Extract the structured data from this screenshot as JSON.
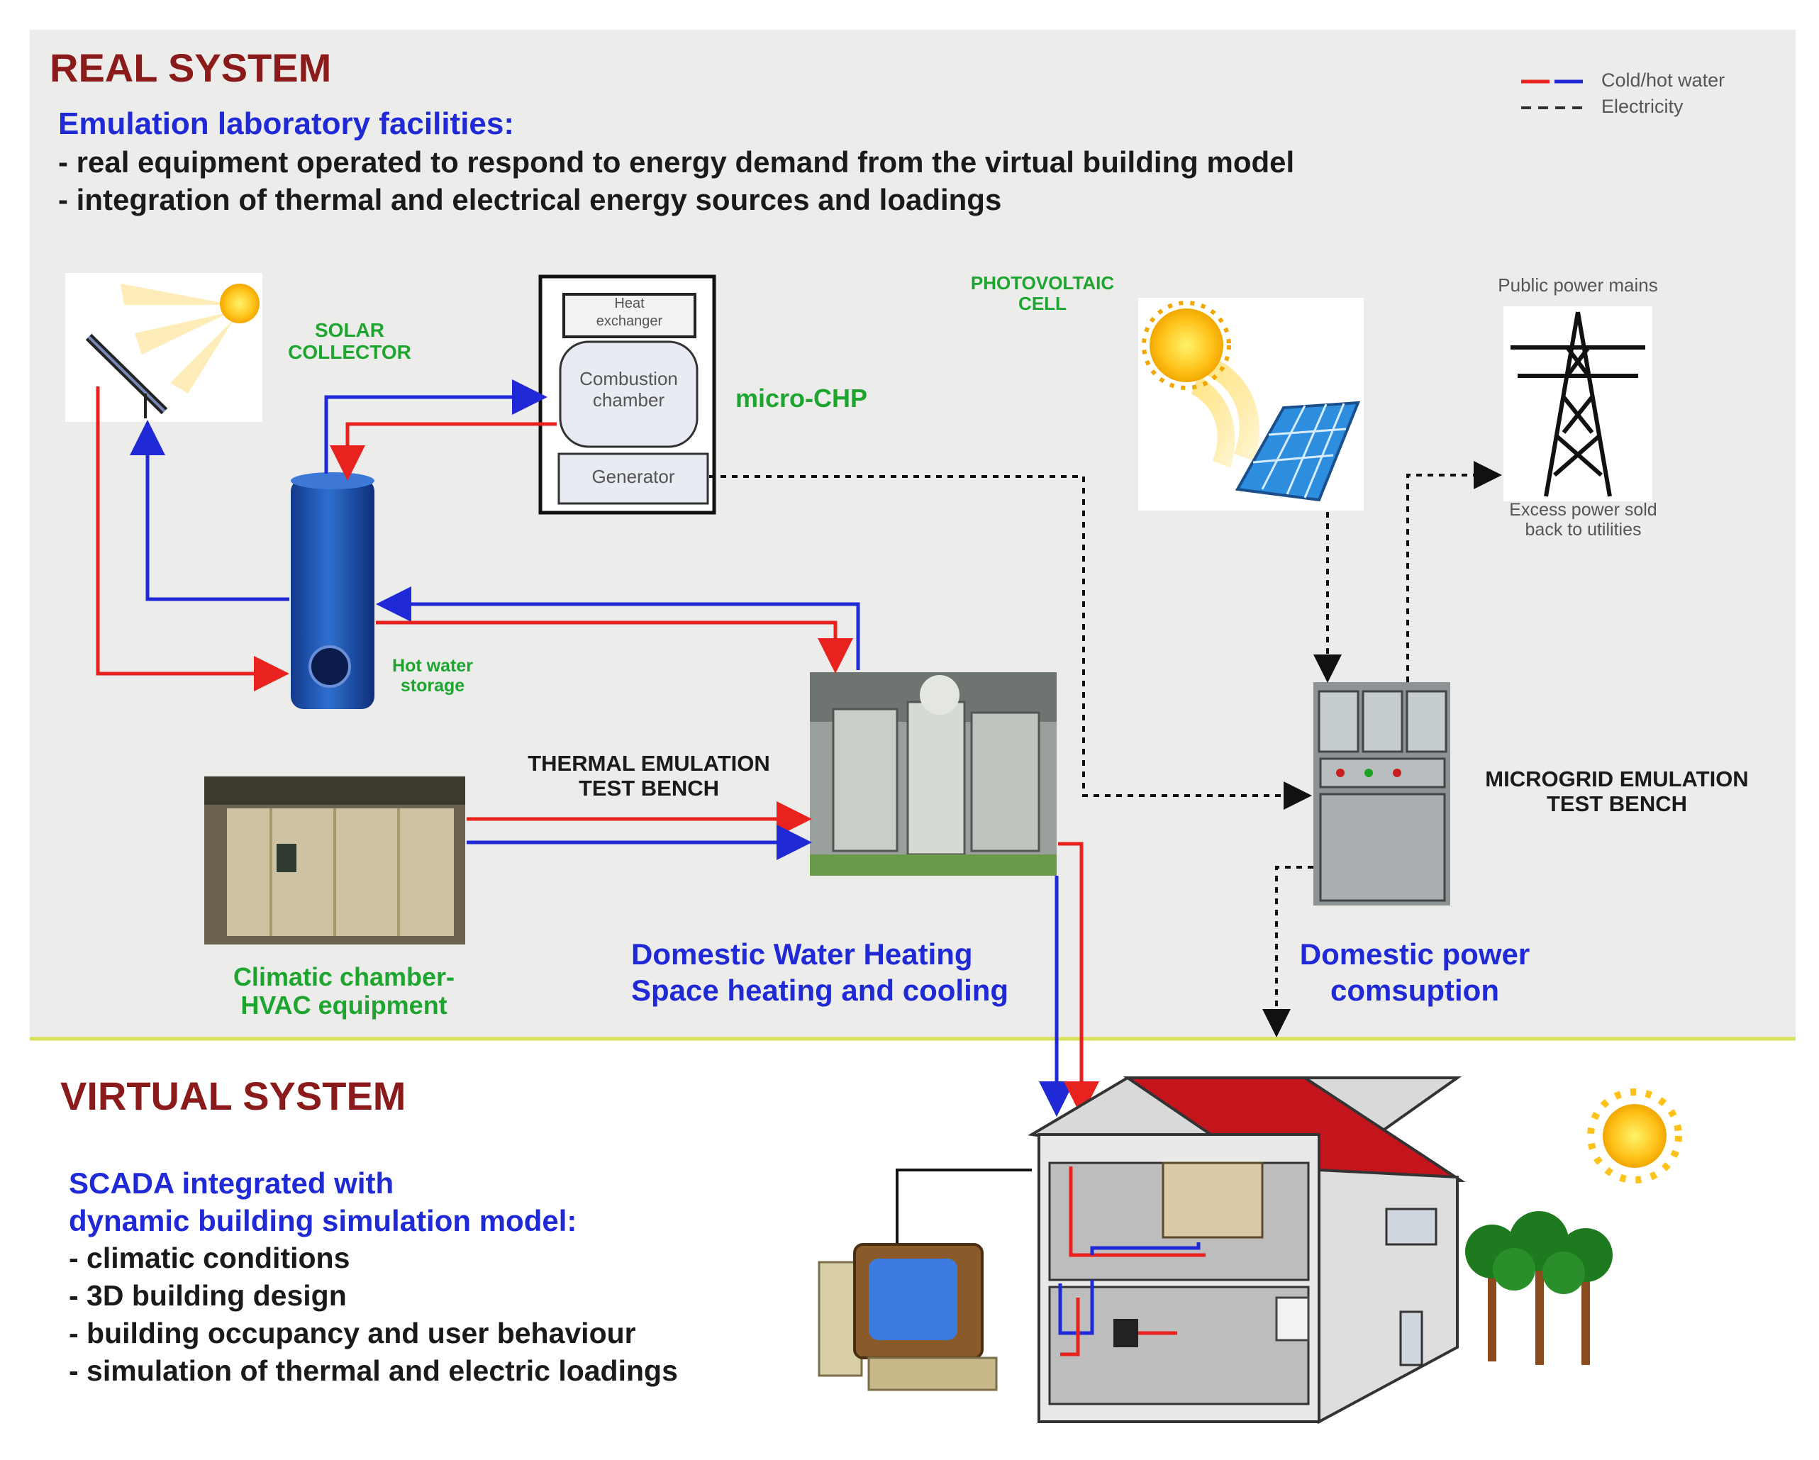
{
  "real_system": {
    "title": "REAL SYSTEM",
    "subtitle": "Emulation laboratory facilities:",
    "bullets": [
      "- real equipment operated to respond to energy demand from the virtual building model",
      "- integration of thermal and electrical energy sources and loadings"
    ]
  },
  "legend": {
    "water_label": "Cold/hot water",
    "electricity_label": "Electricity",
    "hot_color": "#e8231f",
    "cold_color": "#1f2ad6"
  },
  "components": {
    "solar_collector": [
      "SOLAR",
      "COLLECTOR"
    ],
    "heat_exchanger": [
      "Heat",
      "exchanger"
    ],
    "combustion_chamber": [
      "Combustion",
      "chamber"
    ],
    "generator": "Generator",
    "micro_chp": "micro-CHP",
    "photovoltaic": [
      "PHOTOVOLTAIC",
      "CELL"
    ],
    "public_power": "Public power mains",
    "excess_power": [
      "Excess power sold",
      "back to utilities"
    ],
    "hot_water_storage": [
      "Hot water",
      "storage"
    ],
    "thermal_bench": [
      "THERMAL EMULATION",
      "TEST BENCH"
    ],
    "microgrid_bench": [
      "MICROGRID EMULATION",
      "TEST BENCH"
    ],
    "climatic_chamber": [
      "Climatic chamber-",
      "HVAC equipment"
    ],
    "domestic_heating": [
      "Domestic Water Heating",
      "Space heating and cooling"
    ],
    "domestic_power": [
      "Domestic power",
      "comsuption"
    ]
  },
  "virtual_system": {
    "title": "VIRTUAL SYSTEM",
    "subtitle": [
      "SCADA integrated with",
      "dynamic building simulation model:"
    ],
    "bullets": [
      "- climatic conditions",
      "- 3D building design",
      "- building occupancy and user behaviour",
      "- simulation of thermal and electric loadings"
    ]
  }
}
